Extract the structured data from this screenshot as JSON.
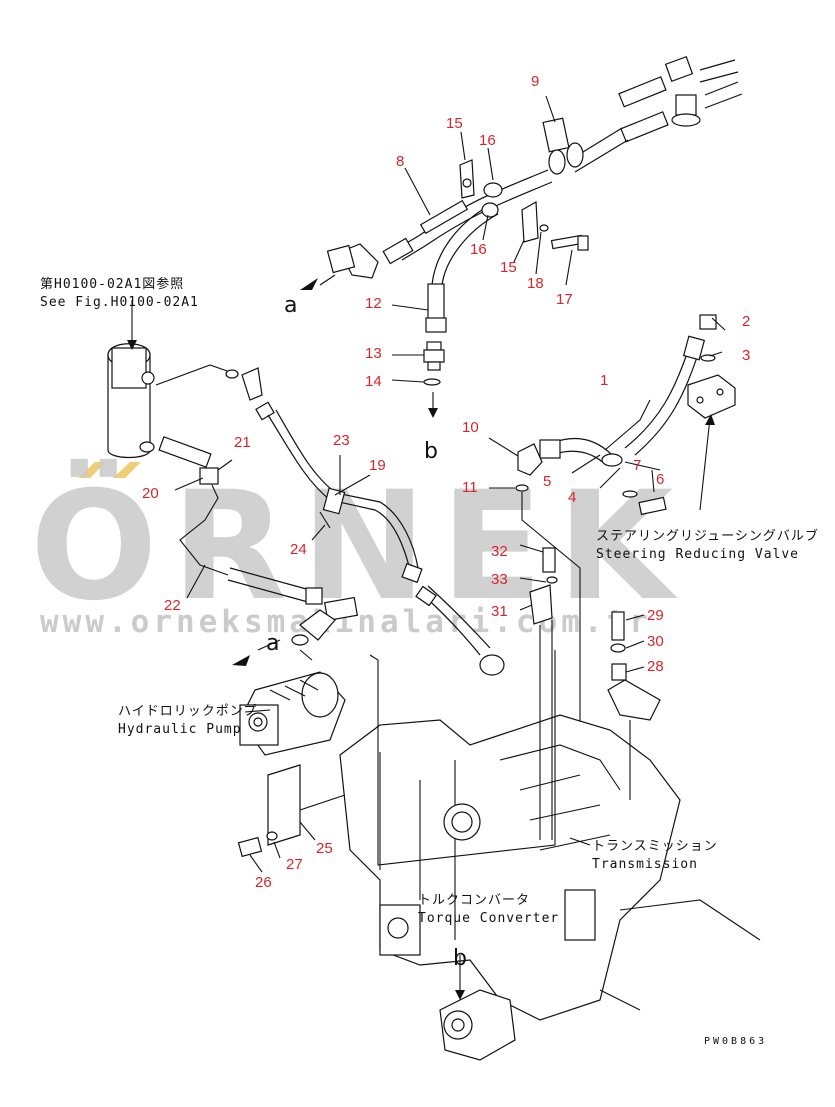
{
  "callouts": [
    "1",
    "2",
    "3",
    "4",
    "5",
    "6",
    "7",
    "8",
    "9",
    "10",
    "11",
    "12",
    "13",
    "14",
    "15",
    "15",
    "16",
    "16",
    "17",
    "18",
    "19",
    "20",
    "21",
    "22",
    "23",
    "24",
    "25",
    "26",
    "27",
    "28",
    "29",
    "30",
    "31",
    "32",
    "33"
  ],
  "ref_fig": {
    "jp": "第H0100-02A1図参照",
    "en": "See Fig.H0100-02A1"
  },
  "labels": {
    "steering_jp": "ステアリングリジューシングバルブ",
    "steering_en": "Steering Reducing Valve",
    "pump_jp": "ハイドロリックポンプ",
    "pump_en": "Hydraulic Pump",
    "trans_jp": "トランスミッション",
    "trans_en": "Transmission",
    "torque_jp": "トルクコンバータ",
    "torque_en": "Torque Converter"
  },
  "connectors": {
    "a": "a",
    "b": "b"
  },
  "drawing_code": "PW0B863",
  "watermark": {
    "brand": "ÖRNEK",
    "url": "www.orneksmakinalari.com.tr"
  },
  "colors": {
    "callout": "#d6262b",
    "watermark": "#c9c9c9",
    "accent": "#e8b93a"
  }
}
